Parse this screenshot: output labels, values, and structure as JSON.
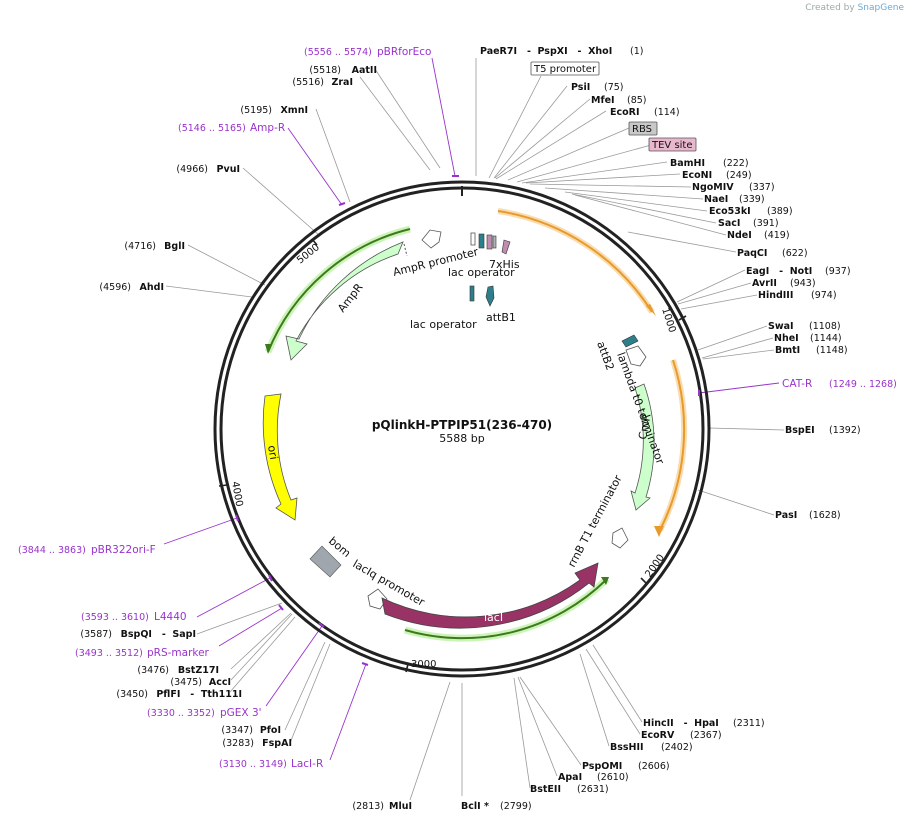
{
  "header": {
    "created_by": "Created by",
    "brand": "SnapGene"
  },
  "plasmid": {
    "name": "pQlinkH-PTPIP51(236-470)",
    "size_label": "5588 bp",
    "length": 5588,
    "scale_ticks": [
      "1000",
      "2000",
      "3000",
      "4000",
      "5000"
    ]
  },
  "sites": [
    {
      "enzyme": "PaeR7I   -  PspXI   -  XhoI",
      "pos": "(1)"
    },
    {
      "enzyme": "PsiI",
      "pos": "(75)"
    },
    {
      "enzyme": "MfeI",
      "pos": "(85)"
    },
    {
      "enzyme": "EcoRI",
      "pos": "(114)"
    },
    {
      "enzyme": "BamHI",
      "pos": "(222)"
    },
    {
      "enzyme": "EcoNI",
      "pos": "(249)"
    },
    {
      "enzyme": "NgoMIV",
      "pos": "(337)"
    },
    {
      "enzyme": "NaeI",
      "pos": "(339)"
    },
    {
      "enzyme": "Eco53kI",
      "pos": "(389)"
    },
    {
      "enzyme": "SacI",
      "pos": "(391)"
    },
    {
      "enzyme": "NdeI",
      "pos": "(419)"
    },
    {
      "enzyme": "PaqCI",
      "pos": "(622)"
    },
    {
      "enzyme": "EagI   -  NotI",
      "pos": "(937)"
    },
    {
      "enzyme": "AvrII",
      "pos": "(943)"
    },
    {
      "enzyme": "HindIII",
      "pos": "(974)"
    },
    {
      "enzyme": "SwaI",
      "pos": "(1108)"
    },
    {
      "enzyme": "NheI",
      "pos": "(1144)"
    },
    {
      "enzyme": "BmtI",
      "pos": "(1148)"
    },
    {
      "enzyme": "BspEI",
      "pos": "(1392)"
    },
    {
      "enzyme": "PasI",
      "pos": "(1628)"
    },
    {
      "enzyme": "HincII   -  HpaI",
      "pos": "(2311)"
    },
    {
      "enzyme": "EcoRV",
      "pos": "(2367)"
    },
    {
      "enzyme": "BssHII",
      "pos": "(2402)"
    },
    {
      "enzyme": "PspOMI",
      "pos": "(2606)"
    },
    {
      "enzyme": "ApaI",
      "pos": "(2610)"
    },
    {
      "enzyme": "BstEII",
      "pos": "(2631)"
    },
    {
      "enzyme": "BclI *",
      "pos": "(2799)"
    },
    {
      "enzyme": "MluI",
      "pos": "(2813)"
    },
    {
      "enzyme": "FspAI",
      "pos": "(3283)"
    },
    {
      "enzyme": "PfoI",
      "pos": "(3347)"
    },
    {
      "enzyme": "PflFI   -  Tth111I",
      "pos": "(3450)"
    },
    {
      "enzyme": "AccI",
      "pos": "(3475)"
    },
    {
      "enzyme": "BstZ17I",
      "pos": "(3476)"
    },
    {
      "enzyme": "BspQI   -  SapI",
      "pos": "(3587)"
    },
    {
      "enzyme": "AhdI",
      "pos": "(4596)"
    },
    {
      "enzyme": "BglI",
      "pos": "(4716)"
    },
    {
      "enzyme": "PvuI",
      "pos": "(4966)"
    },
    {
      "enzyme": "XmnI",
      "pos": "(5195)"
    },
    {
      "enzyme": "ZraI",
      "pos": "(5516)"
    },
    {
      "enzyme": "AatII",
      "pos": "(5518)"
    }
  ],
  "primers": [
    {
      "name": "pBRforEco",
      "range": "(5556 .. 5574)"
    },
    {
      "name": "Amp-R",
      "range": "(5146 .. 5165)"
    },
    {
      "name": "CAT-R",
      "range": "(1249 .. 1268)"
    },
    {
      "name": "pBR322ori-F",
      "range": "(3844 .. 3863)"
    },
    {
      "name": "L4440",
      "range": "(3593 .. 3610)"
    },
    {
      "name": "pRS-marker",
      "range": "(3493 .. 3512)"
    },
    {
      "name": "pGEX 3'",
      "range": "(3330 .. 3352)"
    },
    {
      "name": "LacI-R",
      "range": "(3130 .. 3149)"
    }
  ],
  "boxed_features": [
    "T5 promoter",
    "RBS",
    "TEV site"
  ],
  "features": [
    "AmpR promoter",
    "lac operator",
    "7xHis",
    "lac operator",
    "attB1",
    "AmpR",
    "attB2",
    "lambda t0 terminator",
    "CmR",
    "ori",
    "rrnB T1 terminator",
    "bom",
    "lacIq promoter",
    "lacI"
  ],
  "colors": {
    "backbone": "#222222",
    "ampr": "#ccffcc",
    "cmr": "#ccffcc",
    "ori": "#ffff00",
    "laci": "#993366",
    "bom": "#a0a6ad",
    "attb": "#2e7f8c",
    "his": "#c28bb0",
    "primer": "#9933cc",
    "orf_orange": "#e89a2a",
    "orf_green": "#5a9a2a"
  }
}
